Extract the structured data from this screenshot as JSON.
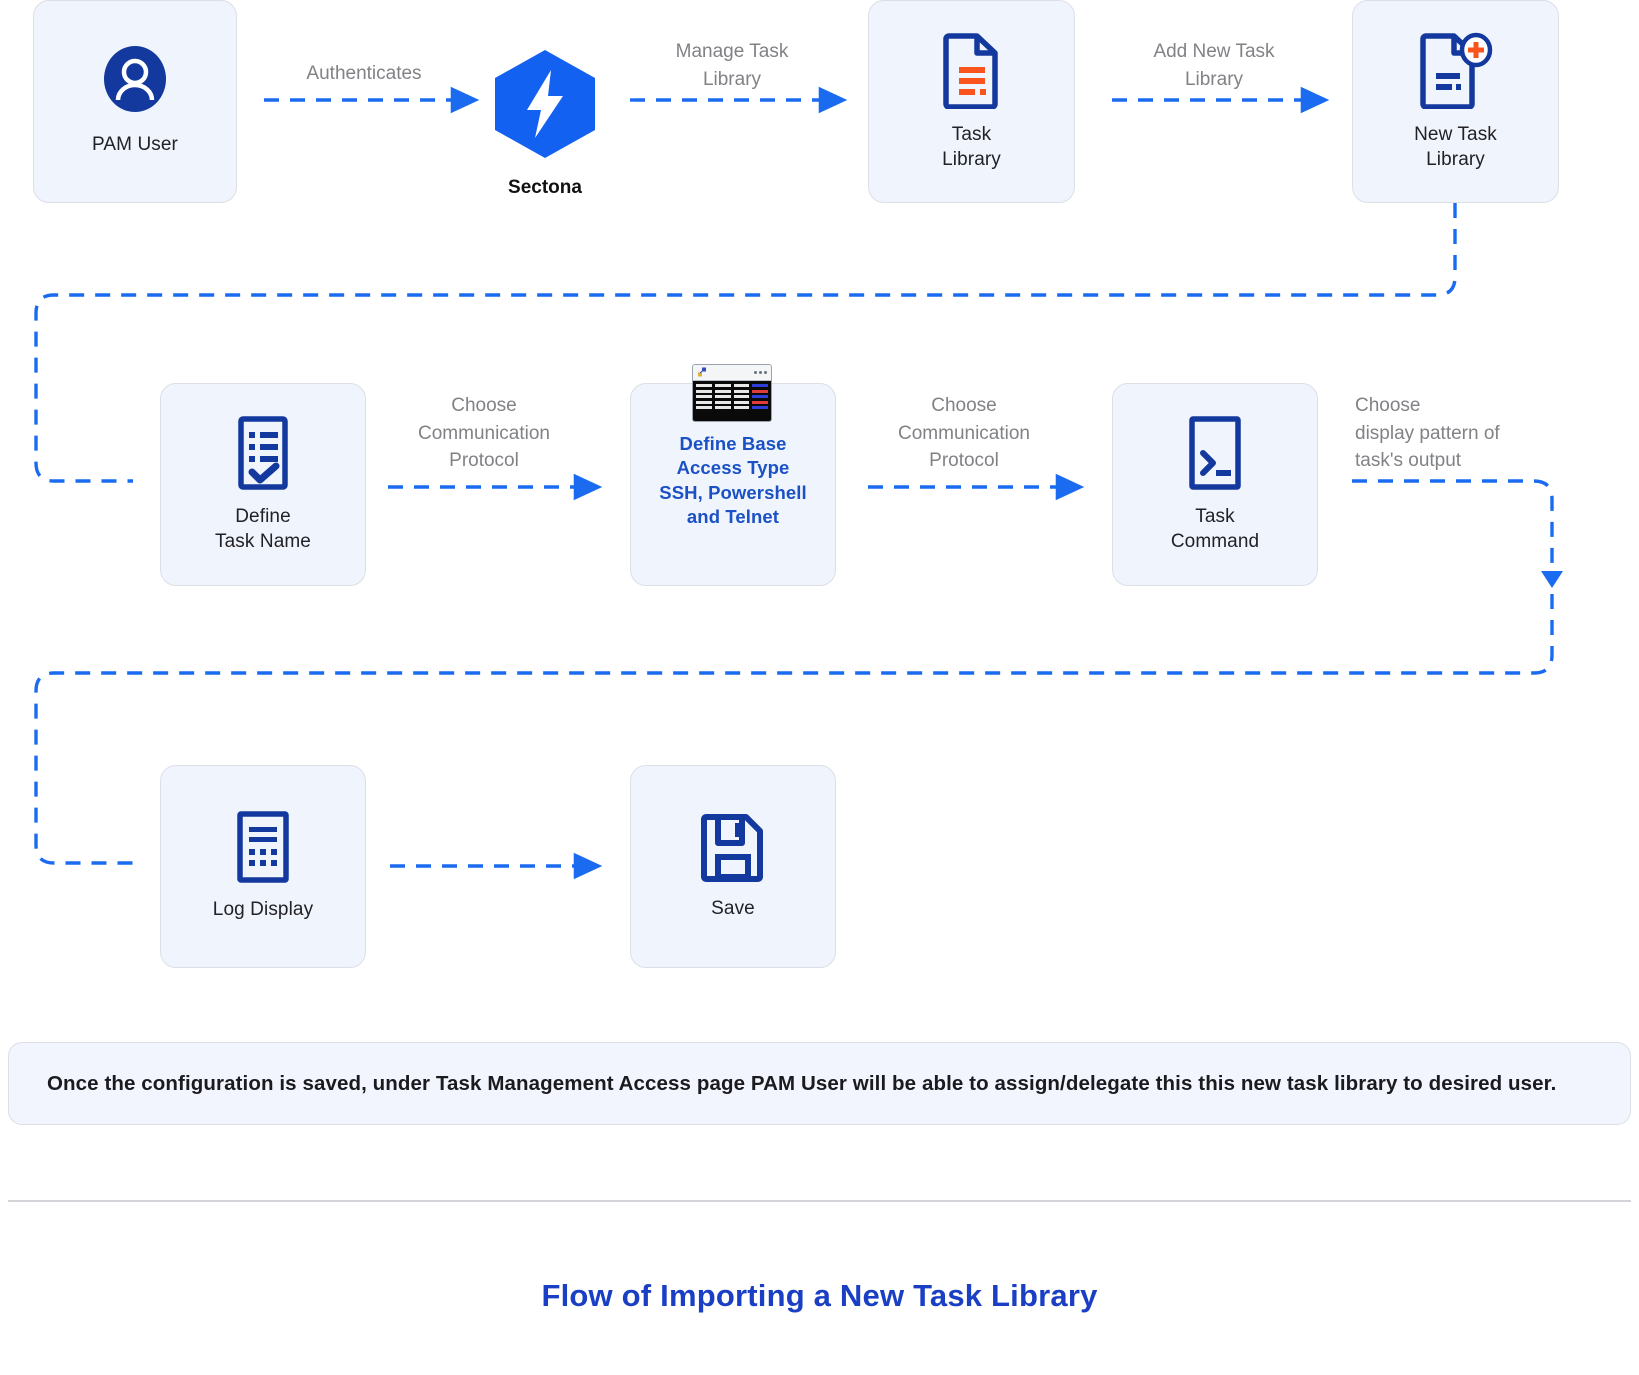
{
  "diagram": {
    "footer_title": "Flow of Importing a New Task Library",
    "note": "Once the configuration is saved, under Task Management Access page PAM User will be able to assign/delegate this this new task library to desired user.",
    "accent_blue": "#1361f0",
    "dark_blue": "#1a3fc4",
    "label_gray": "#808285",
    "card_fill": "#f0f4fc"
  },
  "nodes": [
    {
      "id": "pam-user",
      "label": "PAM User",
      "icon": "user-avatar-icon"
    },
    {
      "id": "sectona",
      "label": "Sectona",
      "icon": "sectona-logo-icon"
    },
    {
      "id": "task-library",
      "label": "Task\nLibrary",
      "icon": "document-list-icon"
    },
    {
      "id": "new-task-library",
      "label": "New Task\nLibrary",
      "icon": "document-add-icon"
    },
    {
      "id": "define-task-name",
      "label": "Define\nTask Name",
      "icon": "checklist-icon"
    },
    {
      "id": "define-base-access-type",
      "label": "Define Base\nAccess Type\nSSH, Powershell\nand Telnet",
      "icon": "terminal-window-icon"
    },
    {
      "id": "task-command",
      "label": "Task\nCommand",
      "icon": "command-prompt-icon"
    },
    {
      "id": "log-display",
      "label": "Log Display",
      "icon": "log-document-icon"
    },
    {
      "id": "save",
      "label": "Save",
      "icon": "floppy-disk-icon"
    }
  ],
  "edges": [
    {
      "id": "e1",
      "label": "Authenticates"
    },
    {
      "id": "e2",
      "label": "Manage Task\nLibrary"
    },
    {
      "id": "e3",
      "label": "Add New Task\nLibrary"
    },
    {
      "id": "e4",
      "label": "Choose\nCommunication\nProtocol"
    },
    {
      "id": "e5",
      "label": "Choose\nCommunication\nProtocol"
    },
    {
      "id": "e6",
      "label": "Choose\ndisplay pattern of\ntask's output"
    },
    {
      "id": "e7",
      "label": ""
    }
  ]
}
